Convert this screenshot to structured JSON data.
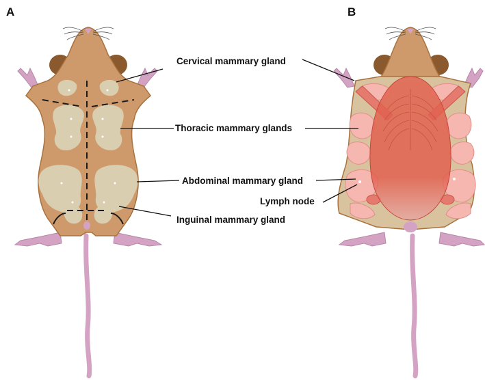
{
  "panels": {
    "a": "A",
    "b": "B"
  },
  "labels": {
    "cervical": "Cervical mammary gland",
    "thoracic": "Thoracic mammary glands",
    "abdominal": "Abdominal mammary gland",
    "lymph": "Lymph node",
    "inguinal": "Inguinal mammary gland"
  },
  "colors": {
    "fur": "#cf9a6b",
    "fur_outline": "#a8723f",
    "gland": "#d9cfb0",
    "skin_pink": "#d4a3c4",
    "ear": "#8a5a2e",
    "tissue_pink": "#f5b7b0",
    "belly_red": "#d9584a"
  }
}
